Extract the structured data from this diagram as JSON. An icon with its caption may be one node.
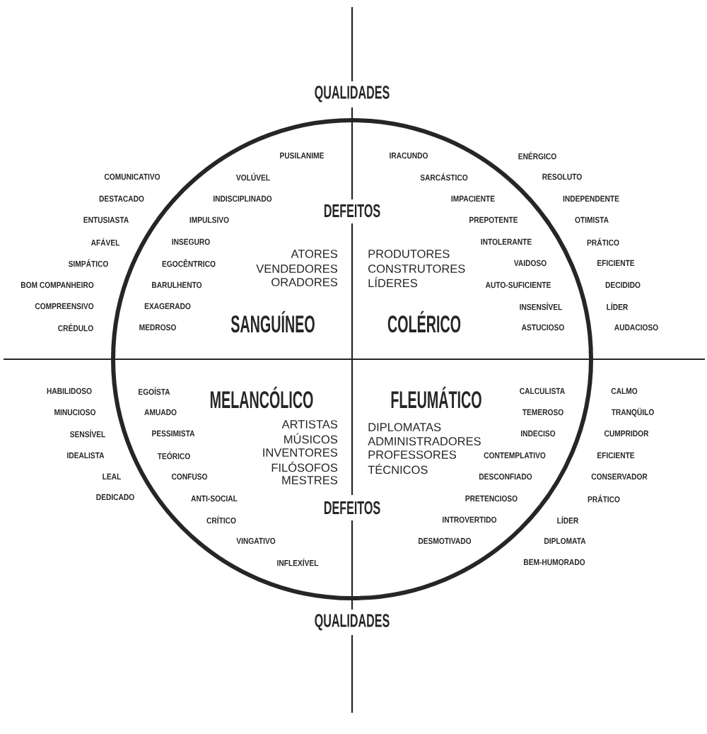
{
  "diagram": {
    "labels": [
      "QUALIDADES",
      "PUSILANIME",
      "IRACUNDO",
      "ENÉRGICO",
      "COMUNICATIVO",
      "VOLÚVEL",
      "SARCÁSTICO",
      "RESOLUTO",
      "DESTACADO",
      "INDISCIPLINADO",
      "IMPACIENTE",
      "INDEPENDENTE",
      "DEFEITOS",
      "ENTUSIASTA",
      "IMPULSIVO",
      "PREPOTENTE",
      "OTIMISTA",
      "AFÁVEL",
      "INSEGURO",
      "INTOLERANTE",
      "PRÁTICO",
      "ATORES",
      "VENDEDORES",
      "ORADORES",
      "PRODUTORES",
      "CONSTRUTORES",
      "LÍDERES",
      "SIMPÁTICO",
      "EGOCÊNTRICO",
      "VAIDOSO",
      "EFICIENTE",
      "BOM COMPANHEIRO",
      "BARULHENTO",
      "AUTO-SUFICIENTE",
      "DECIDIDO",
      "COMPREENSIVO",
      "EXAGERADO",
      "INSENSÍVEL",
      "LÍDER",
      "CRÉDULO",
      "MEDROSO",
      "SANGUÍNEO",
      "COLÉRICO",
      "ASTUCIOSO",
      "AUDACIOSO",
      "HABILIDOSO",
      "EGOÍSTA",
      "MELANCÓLICO",
      "FLEUMÁTICO",
      "CALCULISTA",
      "CALMO",
      "MINUCIOSO",
      "AMUADO",
      "TEMEROSO",
      "TRANQÜILO",
      "SENSÍVEL",
      "PESSIMISTA",
      "INDECISO",
      "CUMPRIDOR",
      "IDEALISTA",
      "TEÓRICO",
      "CONTEMPLATIVO",
      "EFICIENTE",
      "LEAL",
      "CONFUSO",
      "DESCONFIADO",
      "CONSERVADOR",
      "DEDICADO",
      "ANTI-SOCIAL",
      "PRETENCIOSO",
      "PRÁTICO",
      "CRÍTICO",
      "INTROVERTIDO",
      "LÍDER",
      "VINGATIVO",
      "DESMOTIVADO",
      "DIPLOMATA",
      "INFLEXÍVEL",
      "BEM-HUMORADO",
      "ARTISTAS",
      "MÚSICOS",
      "INVENTORES",
      "FILÓSOFOS",
      "MESTRES",
      "DIPLOMATAS",
      "ADMINISTRADORES",
      "PROFESSORES",
      "TÉCNICOS",
      "DEFEITOS",
      "QUALIDADES"
    ]
  }
}
